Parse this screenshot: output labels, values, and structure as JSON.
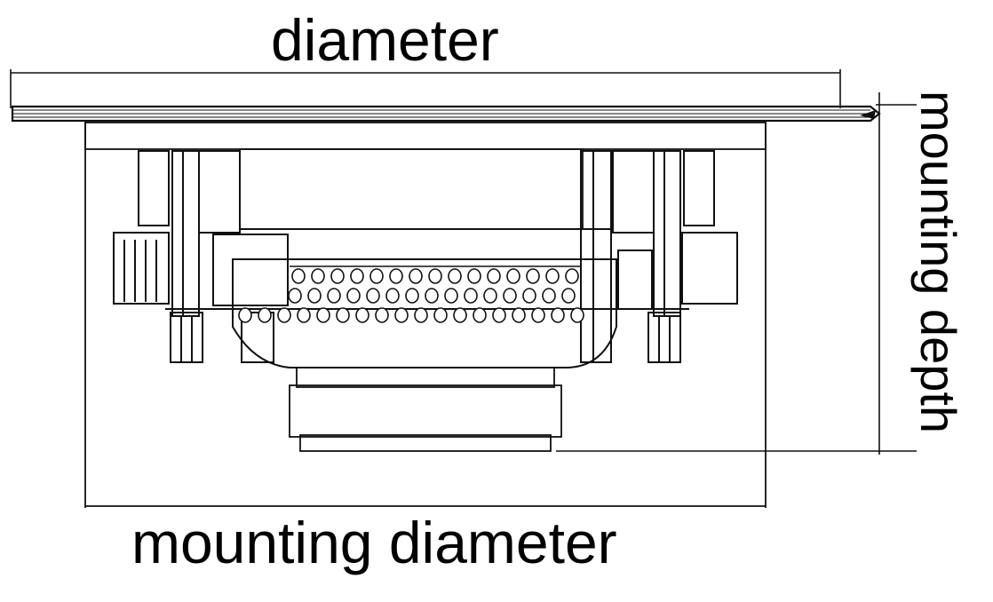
{
  "labels": {
    "diameter": "diameter",
    "mounting_diameter": "mounting diameter",
    "mounting_depth": "mounting depth"
  },
  "colors": {
    "line": "#000000",
    "background": "#ffffff"
  }
}
